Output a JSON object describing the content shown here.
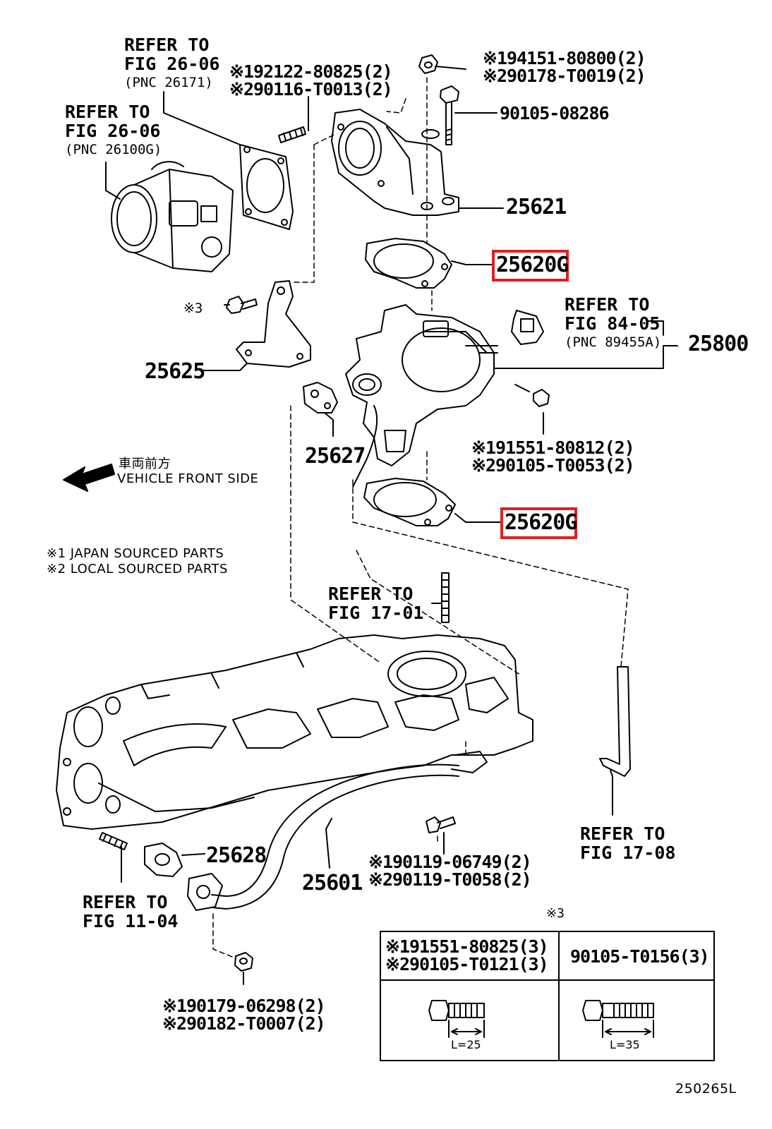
{
  "notes": {
    "japan": "※1 JAPAN SOURCED PARTS",
    "local": "※2 LOCAL SOURCED PARTS",
    "direction_jp": "車両前方",
    "direction_en": "VEHICLE FRONT SIDE"
  },
  "refs": {
    "r1_line1": "REFER TO",
    "r1_line2": "FIG 26-06",
    "r1_pnc": "(PNC 26171)",
    "r2_line1": "REFER TO",
    "r2_line2": "FIG 26-06",
    "r2_pnc": "(PNC 26100G)",
    "r3_line1": "REFER TO",
    "r3_line2": "FIG 84-05",
    "r3_pnc": "(PNC 89455A)",
    "r4_line1": "REFER TO",
    "r4_line2": "FIG 17-01",
    "r5_line1": "REFER TO",
    "r5_line2": "FIG 17-08",
    "r6_line1": "REFER TO",
    "r6_line2": "FIG 11-04"
  },
  "parts": {
    "p25621": "25621",
    "p25620g_top": "25620G",
    "p25620g_bottom": "25620G",
    "p25625": "25625",
    "p25800": "25800",
    "p25627": "25627",
    "p25628": "25628",
    "p25601": "25601",
    "p90105_08286": "90105-08286",
    "stud_1": "※192122-80825(2)",
    "stud_2": "※290116-T0013(2)",
    "nut_1": "※194151-80800(2)",
    "nut_2": "※290178-T0019(2)",
    "bolt_mid_1": "※191551-80812(2)",
    "bolt_mid_2": "※290105-T0053(2)",
    "bolt_pipe_1": "※190119-06749(2)",
    "bolt_pipe_2": "※290119-T0058(2)",
    "nut_bot_1": "※190179-06298(2)",
    "nut_bot_2": "※290182-T0007(2)",
    "mark3": "※3"
  },
  "table": {
    "header_mark": "※3",
    "left_1": "※191551-80825(3)",
    "left_2": "※290105-T0121(3)",
    "right": "90105-T0156(3)",
    "left_len": "L=25",
    "right_len": "L=35"
  },
  "footer_code": "250265L",
  "highlight_color": "#e02020"
}
